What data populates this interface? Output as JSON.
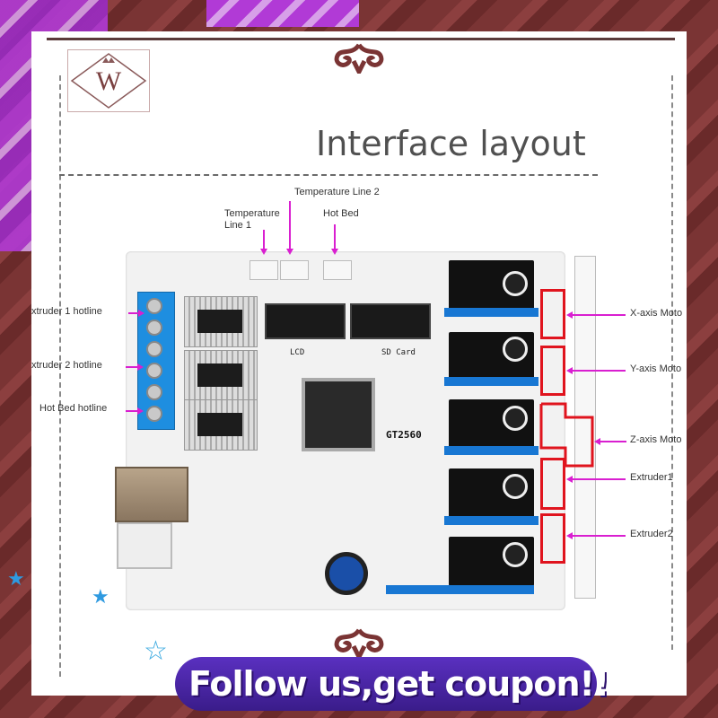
{
  "page_title": "Interface layout",
  "brand": {
    "logo_letter": "W"
  },
  "board": {
    "model": "GT2560",
    "lcd_label": "LCD",
    "sd_label": "SD Card"
  },
  "labels": {
    "temperature_line_1": "Temperature\nLine 1",
    "temperature_line_2": "Temperature Line 2",
    "hot_bed": "Hot Bed",
    "extruder1_hotline": "xtruder 1 hotline",
    "extruder2_hotline": "xtruder 2 hotline",
    "hot_bed_hotline": "Hot Bed hotline",
    "x_axis_motor": "X-axis Moto",
    "y_axis_motor": "Y-axis Moto",
    "z_axis_motor": "Z-axis Moto",
    "extruder1": "Extruder1",
    "extruder2": "Extruder2"
  },
  "banner": {
    "text": "Follow us,get coupon!!"
  },
  "colors": {
    "accent_arrow": "#d91fd0",
    "highlight": "#e0141e",
    "terminal": "#1e8ee0",
    "banner": "#4a24a8"
  }
}
